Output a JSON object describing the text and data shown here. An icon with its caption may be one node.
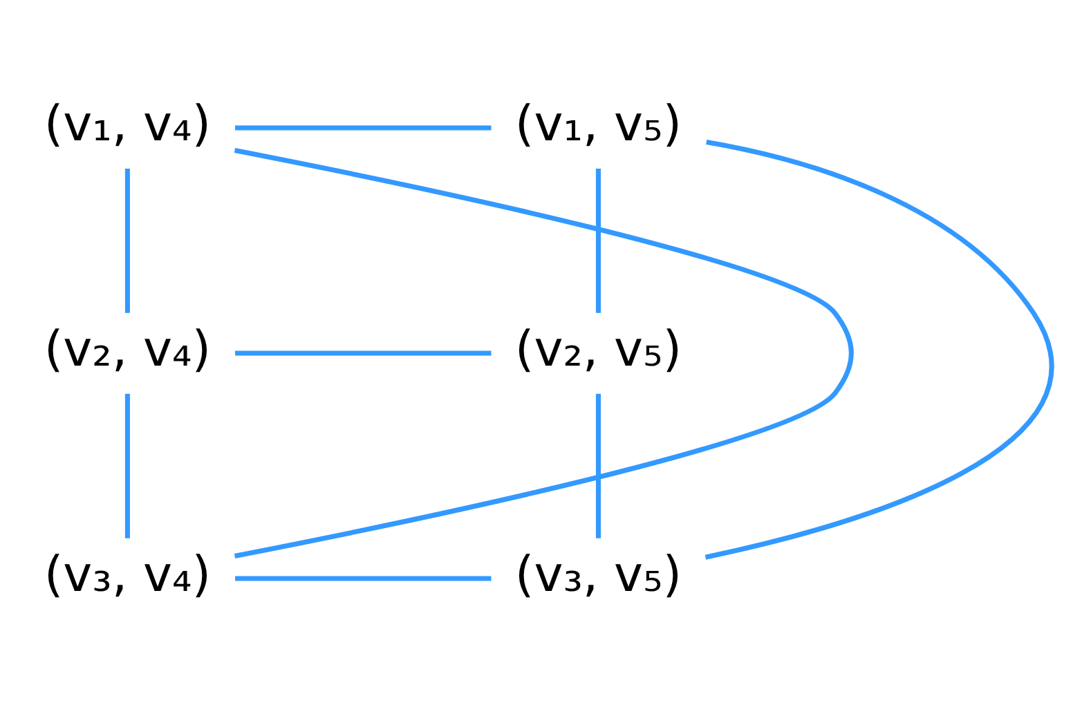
{
  "diagram": {
    "nodes": [
      {
        "text": [
          "(v₁, v₄)"
        ]
      },
      {
        "text": [
          "(v₁, v₅)"
        ]
      },
      {
        "text": [
          "(v₂, v₄)"
        ]
      },
      {
        "text": [
          "(v₂, v₅)"
        ]
      },
      {
        "text": [
          "(v₃, v₄)"
        ]
      },
      {
        "text": [
          "(v₃, v₅)"
        ]
      }
    ],
    "edges": [
      {
        "from": 0,
        "to": 1,
        "arrow": "none"
      },
      {
        "from": 0,
        "to": 2,
        "arrow": "none"
      },
      {
        "from": 1,
        "to": 3,
        "arrow": "none"
      },
      {
        "from": 2,
        "to": 3,
        "arrow": "none"
      },
      {
        "from": 2,
        "to": 4,
        "arrow": "none"
      },
      {
        "from": 3,
        "to": 5,
        "arrow": "none"
      },
      {
        "from": 4,
        "to": 5,
        "arrow": "none"
      },
      {
        "from": 0,
        "to": 4,
        "arrow": "none"
      },
      {
        "from": 1,
        "to": 5,
        "arrow": "none"
      }
    ]
  }
}
